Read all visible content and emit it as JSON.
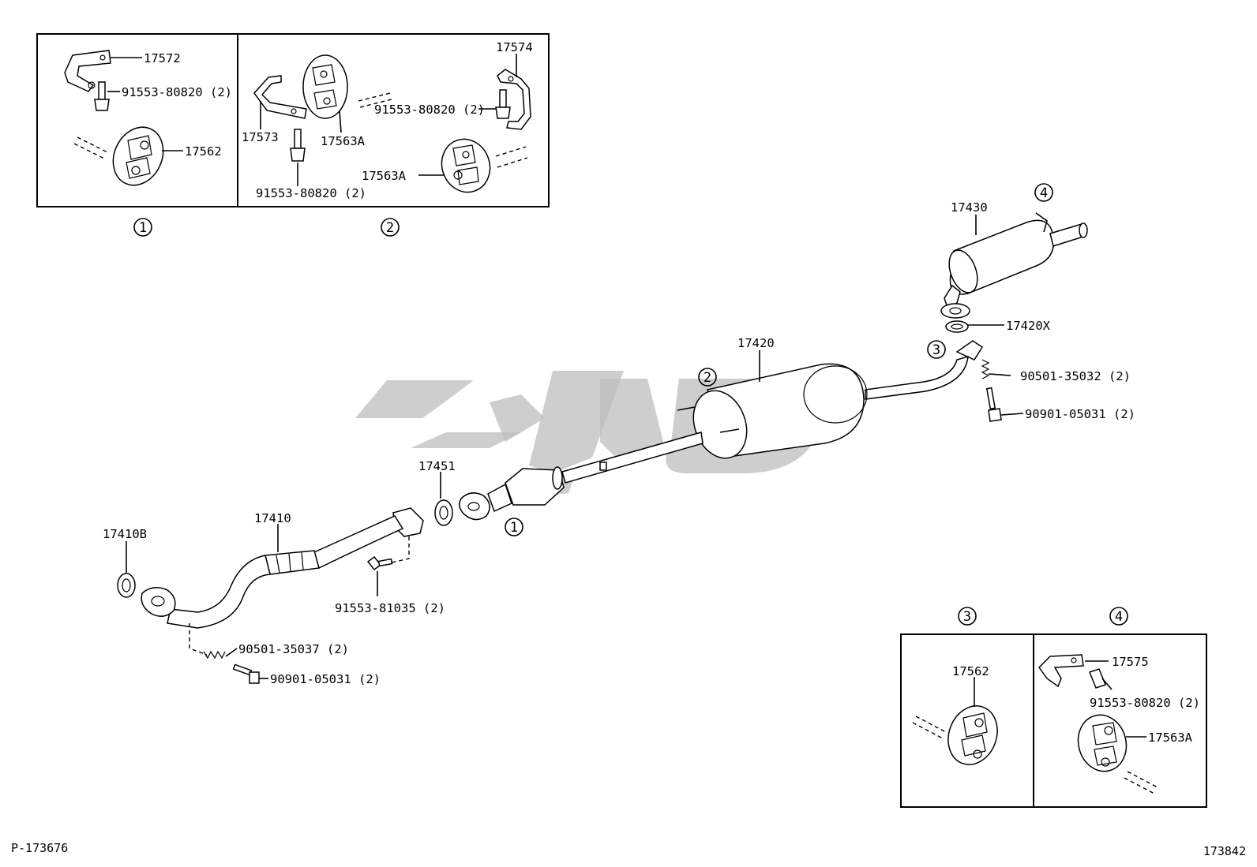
{
  "callout_markers": {
    "c1": "1",
    "c2": "2",
    "c3": "3",
    "c4": "4"
  },
  "inset_1": {
    "marker": "1",
    "labels": [
      "17572",
      "91553-80820 (2)",
      "17562"
    ]
  },
  "inset_2": {
    "marker": "2",
    "labels": [
      "17574",
      "17573",
      "17563A",
      "91553-80820 (2)",
      "91553-80820 (2)",
      "17563A"
    ]
  },
  "inset_3": {
    "marker": "3",
    "labels": [
      "17562"
    ]
  },
  "inset_4": {
    "marker": "4",
    "labels": [
      "17575",
      "91553-80820 (2)",
      "17563A"
    ]
  },
  "main_labels": {
    "p17430": "17430",
    "p17420x": "17420X",
    "p90501_35032": "90501-35032 (2)",
    "p90901_05031_r": "90901-05031 (2)",
    "p17420": "17420",
    "p17451": "17451",
    "p17410": "17410",
    "p17410b": "17410B",
    "p91553_81035": "91553-81035 (2)",
    "p90501_35037": "90501-35037 (2)",
    "p90901_05031_l": "90901-05031 (2)"
  },
  "footer": {
    "left": "P-173676",
    "right": "173842"
  },
  "colors": {
    "line": "#000000",
    "watermark": "#bdbdbd",
    "background": "#ffffff"
  }
}
